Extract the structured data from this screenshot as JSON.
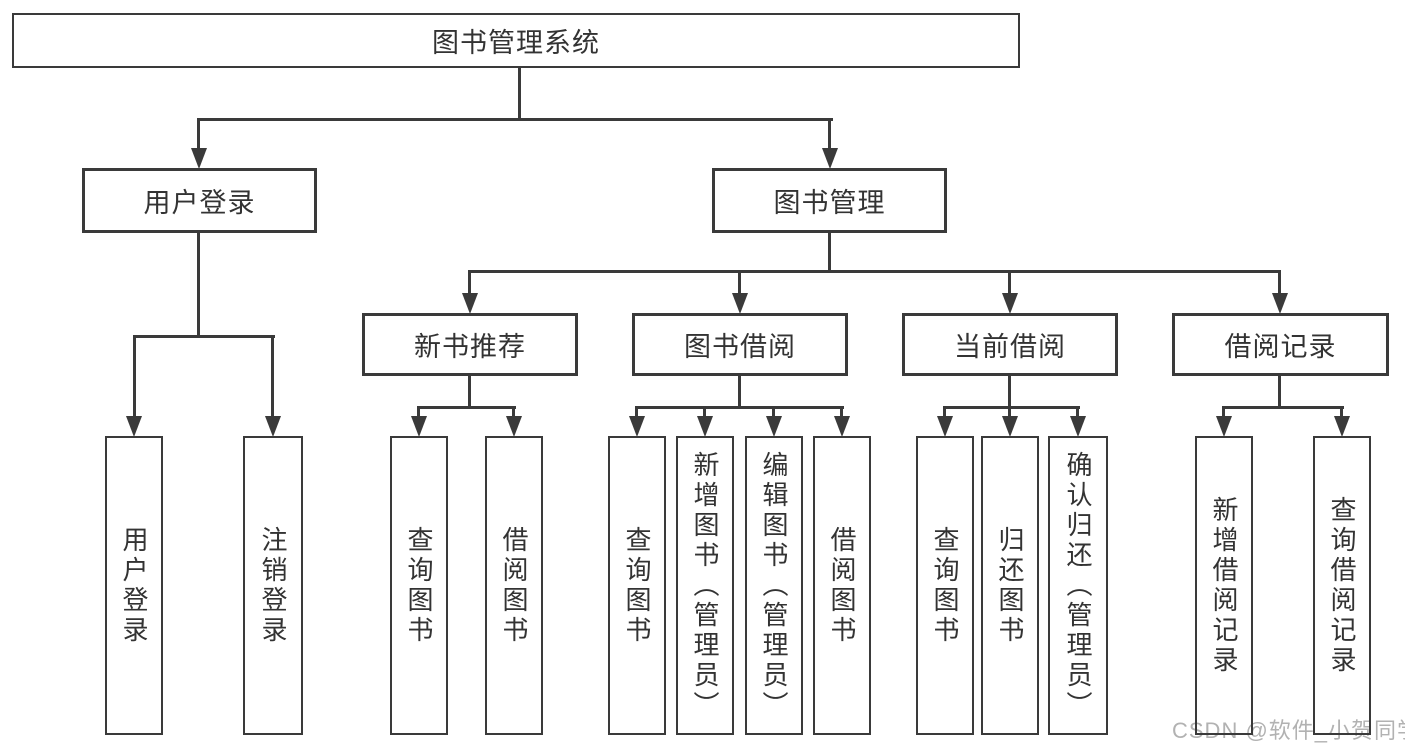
{
  "diagram": {
    "root": {
      "label": "图书管理系统"
    },
    "branches": {
      "user_login": {
        "label": "用户登录"
      },
      "book_management": {
        "label": "图书管理"
      }
    },
    "modules": [
      {
        "label": "新书推荐"
      },
      {
        "label": "图书借阅"
      },
      {
        "label": "当前借阅"
      },
      {
        "label": "借阅记录"
      }
    ],
    "leaves": [
      {
        "label": "用户登录"
      },
      {
        "label": "注销登录"
      },
      {
        "label": "查询图书"
      },
      {
        "label": "借阅图书"
      },
      {
        "label": "查询图书"
      },
      {
        "label": "新增图书（管理员）"
      },
      {
        "label": "编辑图书（管理员）"
      },
      {
        "label": "借阅图书"
      },
      {
        "label": "查询图书"
      },
      {
        "label": "归还图书"
      },
      {
        "label": "确认归还（管理员）"
      },
      {
        "label": "新增借阅记录"
      },
      {
        "label": "查询借阅记录"
      }
    ]
  },
  "watermark": {
    "text": "CSDN @软件_小贺同学"
  },
  "colors": {
    "line": "#3a3a3a",
    "text": "#333333",
    "background": "#ffffff",
    "watermark": "#b2b2b2"
  }
}
